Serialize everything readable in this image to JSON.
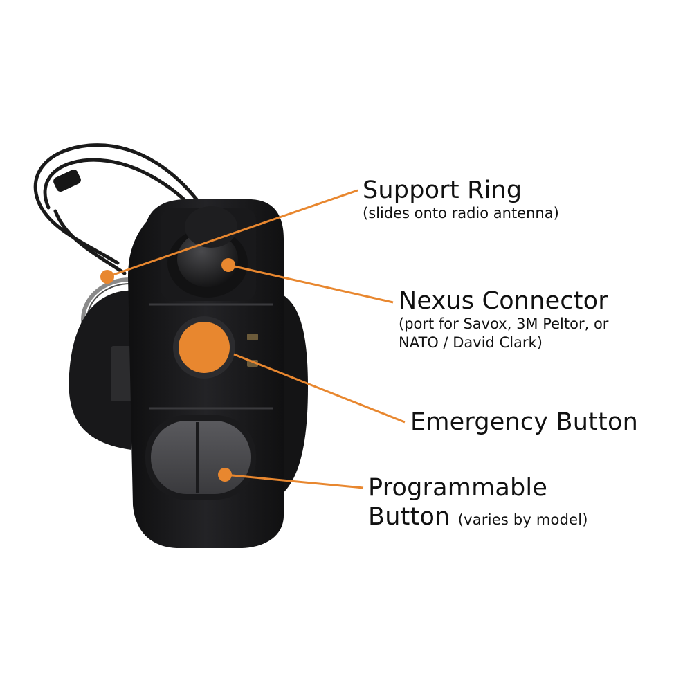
{
  "colors": {
    "accent": "#e8872f",
    "device": "#1c1c1e",
    "button": "#4a4a4e",
    "text": "#111111"
  },
  "callouts": {
    "support_ring": {
      "title": "Support Ring",
      "detail": "(slides onto radio antenna)"
    },
    "nexus_connector": {
      "title": "Nexus Connector",
      "detail_line1": "(port for Savox, 3M Peltor, or",
      "detail_line2": "NATO / David Clark)"
    },
    "emergency_button": {
      "title": "Emergency Button"
    },
    "programmable_button": {
      "title_line1": "Programmable",
      "title_line2": "Button",
      "detail": "(varies by model)"
    }
  }
}
